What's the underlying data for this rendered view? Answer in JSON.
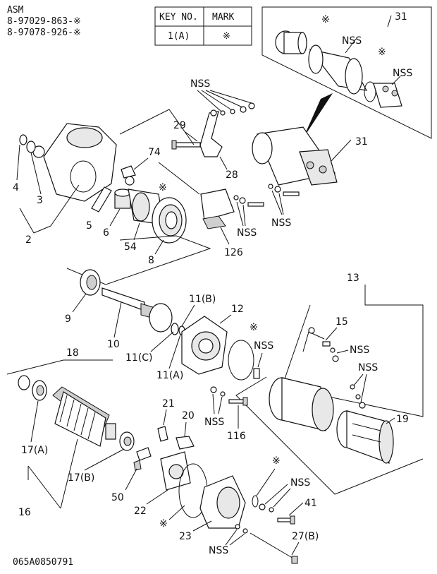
{
  "header": {
    "asm_label": "ASM",
    "part_number_1": "8-97029-863-※",
    "part_number_2": "8-97078-926-※"
  },
  "key_table": {
    "col1_header": "KEY NO.",
    "col2_header": "MARK",
    "row_key": "1(A)",
    "row_mark": "※"
  },
  "footer": {
    "drawing_id": "065A0850791"
  },
  "callouts": {
    "c31_top": "31",
    "c31": "31",
    "nss_inset_a": "NSS",
    "nss_inset_b": "NSS",
    "star_inset_a": "※",
    "star_inset_b": "※",
    "nss_29": "NSS",
    "c29": "29",
    "c74": "74",
    "star_74": "※",
    "c28": "28",
    "c4": "4",
    "c3": "3",
    "c2": "2",
    "c5": "5",
    "c6": "6",
    "c54": "54",
    "c8": "8",
    "nss_126": "NSS",
    "c126": "126",
    "nss_31": "NSS",
    "c9": "9",
    "c10": "10",
    "c11b": "11(B)",
    "c11c": "11(C)",
    "c11a": "11(A)",
    "c12": "12",
    "star_12": "※",
    "nss_12": "NSS",
    "c13": "13",
    "c15": "15",
    "nss_15": "NSS",
    "nss_15b": "NSS",
    "c19": "19",
    "c18": "18",
    "c17a": "17(A)",
    "c17b": "17(B)",
    "c16": "16",
    "c21": "21",
    "c20": "20",
    "nss_116": "NSS",
    "c116": "116",
    "c50": "50",
    "c22": "22",
    "star_22": "※",
    "c23": "23",
    "star_41": "※",
    "nss_41": "NSS",
    "c41": "41",
    "nss_27": "NSS",
    "c27b": "27(B)"
  }
}
